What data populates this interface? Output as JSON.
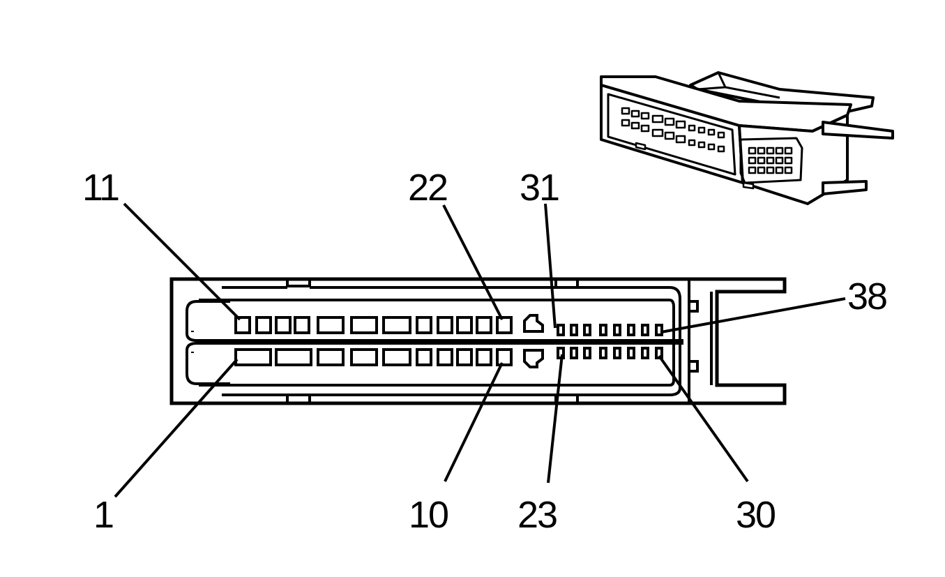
{
  "diagram": {
    "callouts": [
      {
        "id": "pin-11",
        "text": "11"
      },
      {
        "id": "pin-22",
        "text": "22"
      },
      {
        "id": "pin-31",
        "text": "31"
      },
      {
        "id": "pin-38",
        "text": "38"
      },
      {
        "id": "pin-1",
        "text": "1"
      },
      {
        "id": "pin-10",
        "text": "10"
      },
      {
        "id": "pin-23",
        "text": "23"
      },
      {
        "id": "pin-30",
        "text": "30"
      }
    ],
    "colors": {
      "line": "#000000",
      "background": "#ffffff"
    }
  }
}
